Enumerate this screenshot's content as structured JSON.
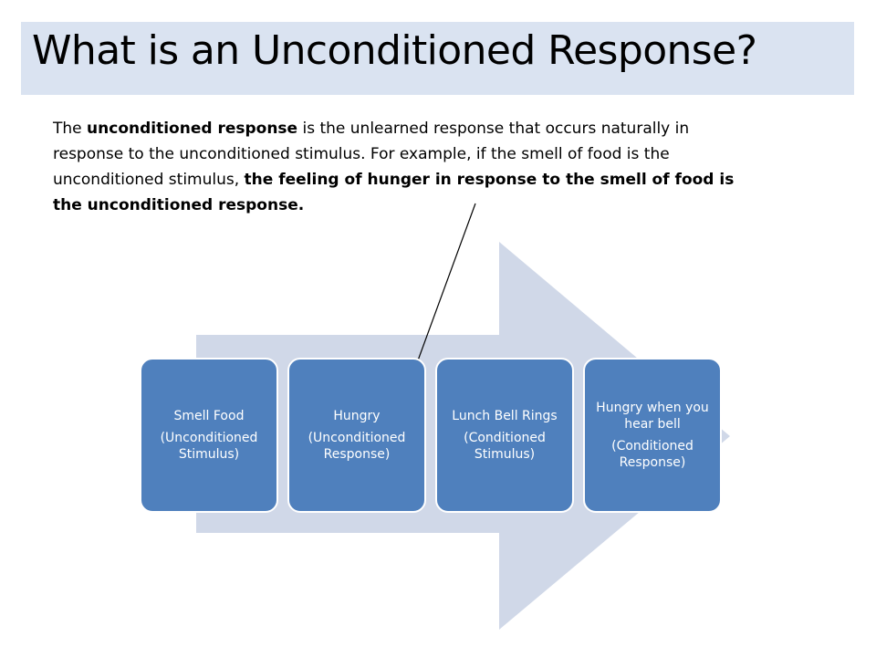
{
  "title": "What is an Unconditioned Response?",
  "paragraph": {
    "seg1": "The ",
    "seg2_bold": "unconditioned response",
    "seg3": " is the unlearned response that occurs naturally in response to the unconditioned stimulus. For example, if the smell of food is the unconditioned stimulus, ",
    "seg4_bold": "the feeling of hunger in response to the smell of food is the unconditioned response."
  },
  "process": [
    {
      "label": "Smell Food",
      "sublabel": "(Unconditioned Stimulus)"
    },
    {
      "label": "Hungry",
      "sublabel": "(Unconditioned Response)"
    },
    {
      "label": "Lunch Bell Rings",
      "sublabel": "(Conditioned Stimulus)"
    },
    {
      "label": "Hungry when you hear bell",
      "sublabel": "(Conditioned Response)"
    }
  ],
  "colors": {
    "title_background": "#dae3f1",
    "big_arrow": "#d0d8e8",
    "box_fill": "#4f80bd",
    "box_text": "#ffffff"
  }
}
